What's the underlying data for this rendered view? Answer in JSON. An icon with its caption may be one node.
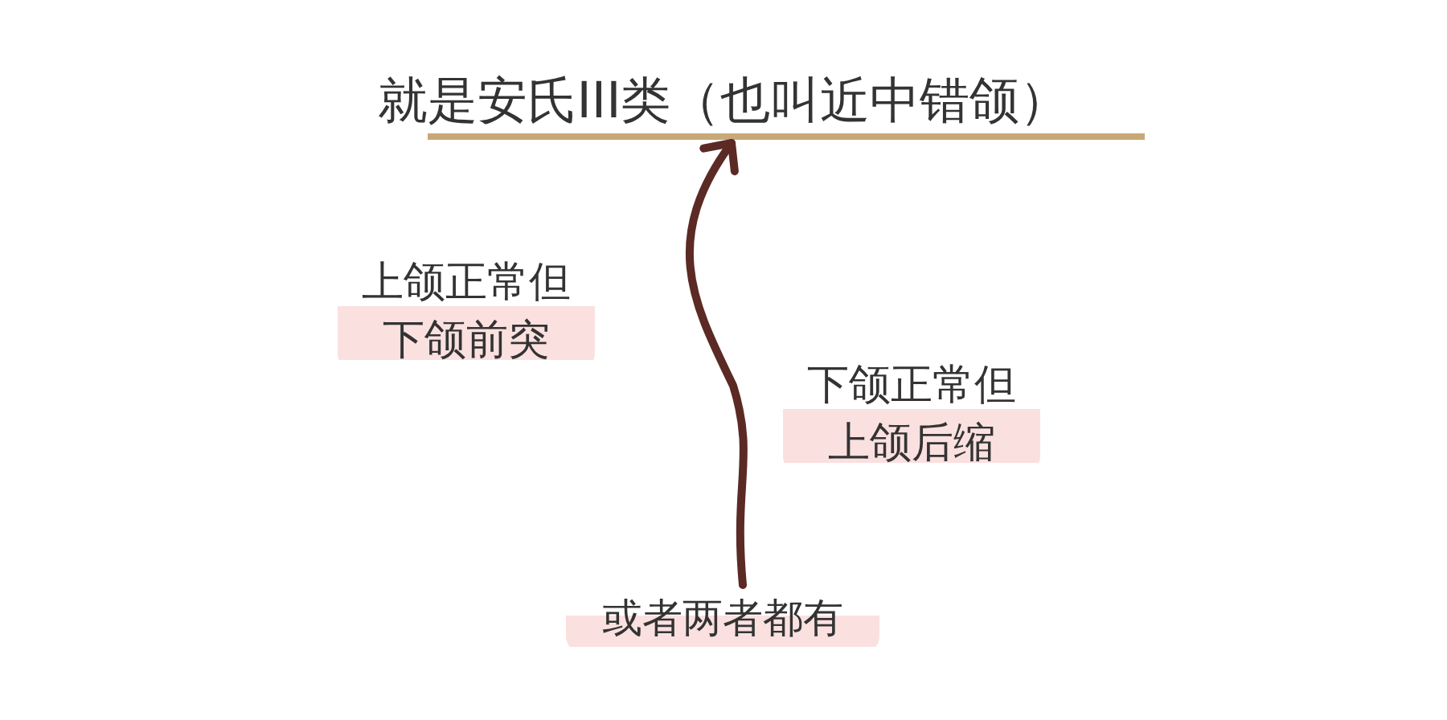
{
  "diagram": {
    "nodes": [
      {
        "text": [
          "就是安氏III类（也叫近中错颌）"
        ]
      },
      {
        "text": [
          "或者两者都有"
        ]
      }
    ],
    "edges": [
      {
        "from": 1,
        "to": 0,
        "arrow": "to"
      }
    ],
    "labels": [
      "上颌正常但下颌前突",
      "下颌正常但上颌后缩"
    ]
  }
}
